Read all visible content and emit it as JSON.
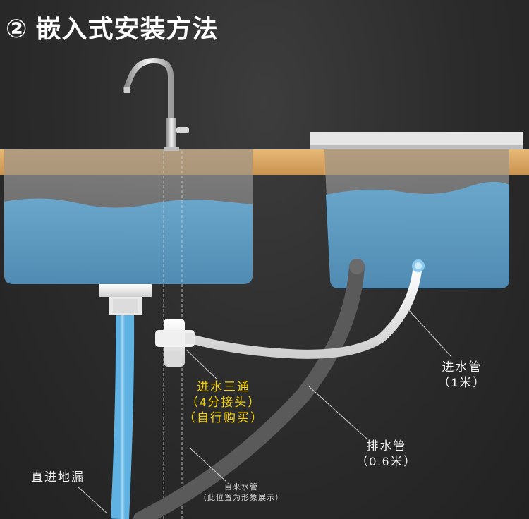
{
  "title": "② 嵌入式安装方法",
  "labels": {
    "tee_line1": "进水三通",
    "tee_line2": "（4分接头）",
    "tee_line3": "（自行购买）",
    "inlet_line1": "进水管",
    "inlet_line2": "（1米）",
    "drain_line1": "排水管",
    "drain_line2": "（0.6米）",
    "floor_drain": "直进地漏",
    "tap_line1": "自来水管",
    "tap_line2": "（此位置为形象展示）"
  },
  "colors": {
    "background": "#2b2b2b",
    "countertop": "#d9a865",
    "water": "#5f9fc6",
    "blue_hose": "#7fc6ee",
    "drain_hose": "#5a5a5a",
    "highlight_text": "#f5d200"
  }
}
